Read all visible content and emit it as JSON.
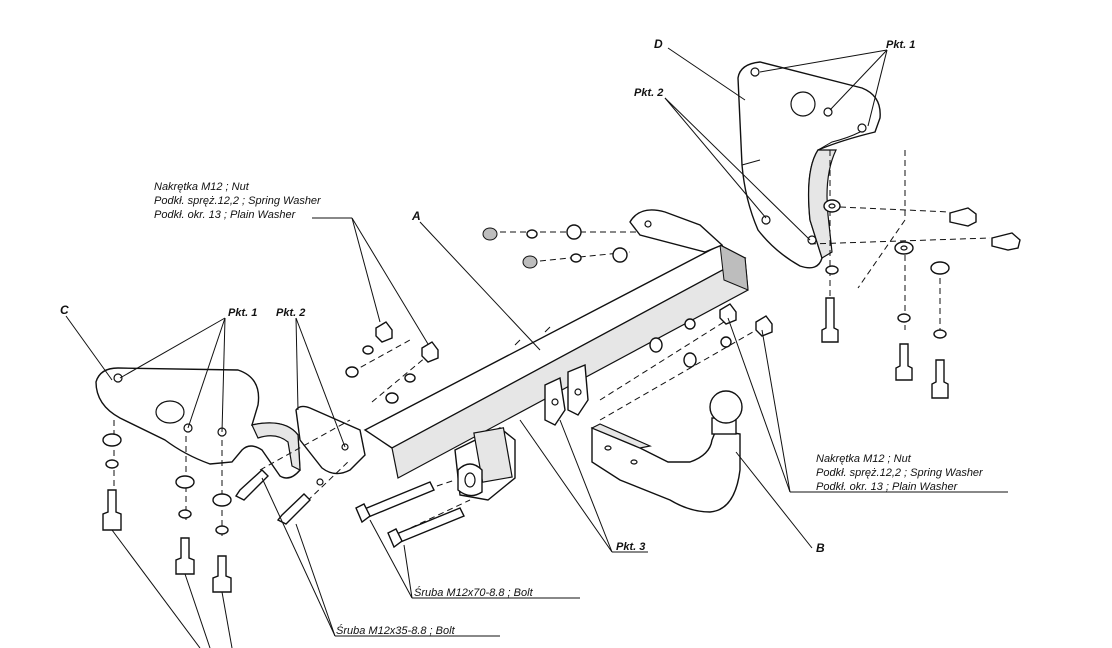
{
  "parts": {
    "A": "A",
    "B": "B",
    "C": "C",
    "D": "D"
  },
  "points": {
    "pkt1": "Pkt. 1",
    "pkt2": "Pkt. 2",
    "pkt3": "Pkt. 3"
  },
  "callouts": {
    "nut_top": {
      "line1": "Nakrętka  M12 ; Nut",
      "line2": "Podkł. spręż.12,2 ; Spring Washer",
      "line3": "Podkł. okr. 13 ; Plain Washer"
    },
    "nut_right": {
      "line1": "Nakrętka  M12 ; Nut",
      "line2": "Podkł. spręż.12,2 ; Spring Washer",
      "line3": "Podkł. okr. 13 ; Plain Washer"
    },
    "bolt_m12x70": "Śruba M12x70-8.8 ;  Bolt",
    "bolt_m12x35": "Śruba M12x35-8.8 ;  Bolt"
  }
}
